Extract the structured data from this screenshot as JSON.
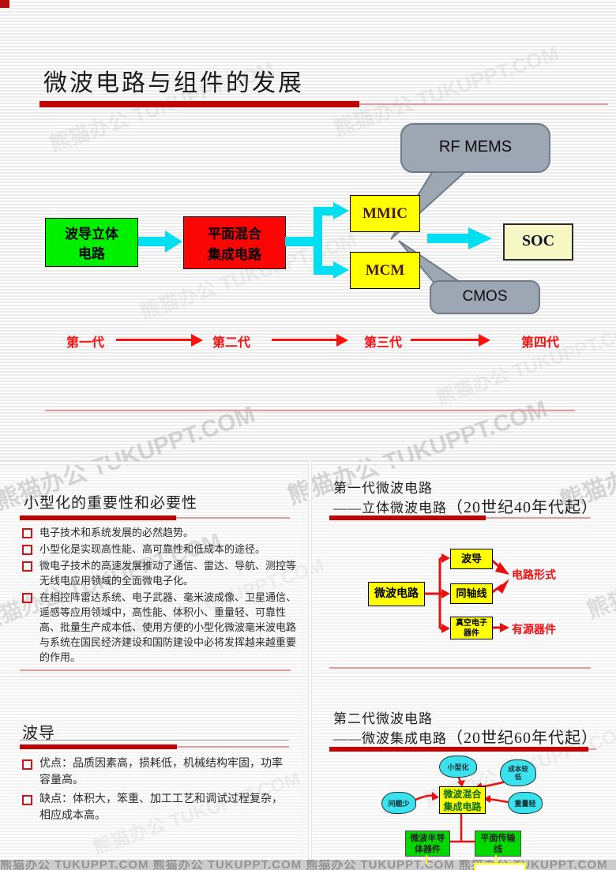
{
  "watermark": {
    "text": "熊猫办公 TUKUPPT.COM",
    "band_text": "熊猫办公 TUKUPPT.COM  熊猫办公 TUKUPPT.COM  熊猫办公 TUKUPPT.COM  熊猫办公 TUKUPPT.COM"
  },
  "colors": {
    "accent_red": "#c00404",
    "cyan_arrow": "#00dff2",
    "node_green": "#00f000",
    "node_red": "#fb0505",
    "node_yellow": "#ffff00",
    "node_cream": "#f7f7c6",
    "bubble_gray": "#9da7b3",
    "cloud_cyan": "#3be1ec",
    "bright_green": "#00d800"
  },
  "slide_evolution": {
    "title": "微波电路与组件的发展",
    "nodes": {
      "waveguide_3d": "波导立体\n电路",
      "planar_hybrid": "平面混合\n集成电路",
      "mmic": "MMIC",
      "mcm": "MCM",
      "soc": "SOC",
      "rf_mems": "RF MEMS",
      "cmos": "CMOS"
    },
    "generations": [
      {
        "label": "第一代"
      },
      {
        "label": "第二代"
      },
      {
        "label": "第三代"
      },
      {
        "label": "第四代"
      }
    ]
  },
  "slide_miniaturization": {
    "title": "小型化的重要性和必要性",
    "bullets": [
      "电子技术和系统发展的必然趋势。",
      "小型化是实现高性能、高可靠性和低成本的途径。",
      "微电子技术的高速发展推动了通信、雷达、导航、测控等无线电应用领域的全面微电子化。",
      "在相控阵雷达系统、电子武器、毫米波成像、卫星通信、遥感等应用领域中，高性能、体积小、重量轻、可靠性高、批量生产成本低、使用方便的小型化微波毫米波电路与系统在国民经济建设和国防建设中必将发挥越来越重要的作用。"
    ]
  },
  "slide_gen1": {
    "title_line1": "第一代微波电路",
    "title_line2_prefix": "——立体微波电路",
    "title_line2_paren": "（20世纪40年代起）",
    "root": "微波电路",
    "branch_waveguide": "波导",
    "branch_coax": "同轴线",
    "branch_vacuum": "真空电子\n器件",
    "label_circuit_form": "电路形式",
    "label_active_device": "有源器件"
  },
  "slide_waveguide": {
    "title": "波导",
    "bullets": [
      "优点：品质因素高，损耗低，机械结构牢固，功率容量高。",
      "缺点：体积大，笨重、加工工艺和调试过程复杂，相应成本高。"
    ]
  },
  "slide_gen2": {
    "title_line1": "第二代微波电路",
    "title_line2_prefix": "——微波集成电路",
    "title_line2_paren": "（20世纪60年代起）",
    "center": "微波混合\n集成电路",
    "cloud_mini": "小型化",
    "cloud_cost": "成本较\n低",
    "cloud_problem": "问题少",
    "cloud_weight": "重量轻",
    "box_semiconductor": "微波半导\n体器件",
    "box_planar_line": "平面传输\n线"
  }
}
